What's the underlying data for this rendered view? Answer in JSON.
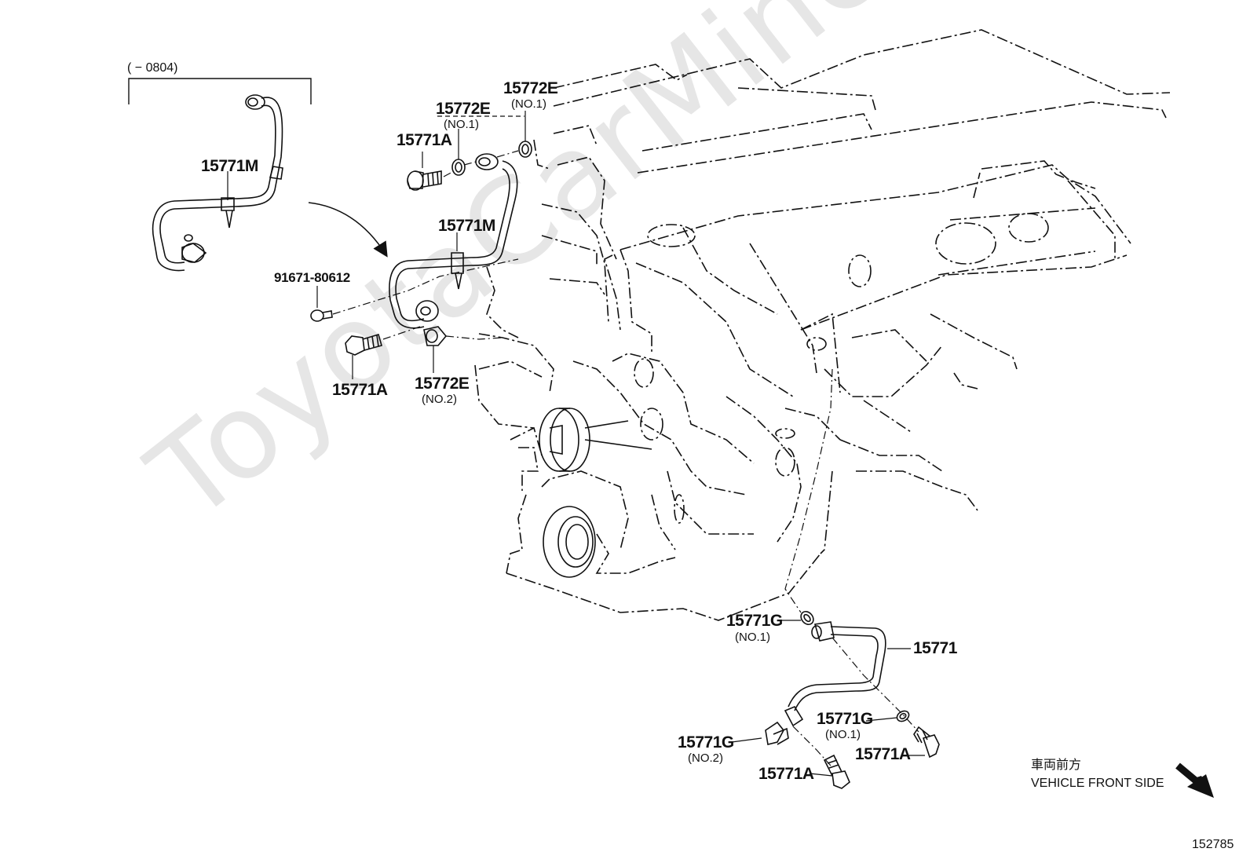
{
  "watermark": "ToyotaCarMine.ru",
  "range_note": "(     − 0804)",
  "labels": {
    "inset_pipe": "15771M",
    "main_pipe": "15771M",
    "gasket_upper_a": "15772E",
    "gasket_upper_a_no": "(NO.1)",
    "gasket_upper_b": "15772E",
    "gasket_upper_b_no": "(NO.1)",
    "bolt_upper": "15771A",
    "screw": "91671-80612",
    "bolt_lower_left": "15771A",
    "gasket_lower": "15772E",
    "gasket_lower_no": "(NO.2)",
    "gasket_right_top": "15771G",
    "gasket_right_top_no": "(NO.1)",
    "pipe_right": "15771",
    "gasket_right_mid": "15771G",
    "gasket_right_mid_no": "(NO.1)",
    "gasket_right_left": "15771G",
    "gasket_right_left_no": "(NO.2)",
    "bolt_right_a": "15771A",
    "bolt_right_b": "15771A"
  },
  "direction": {
    "japanese": "車両前方",
    "english": "VEHICLE FRONT SIDE"
  },
  "figure_number": "152785",
  "colors": {
    "line": "#111111",
    "watermark": "#e6e6e6"
  }
}
